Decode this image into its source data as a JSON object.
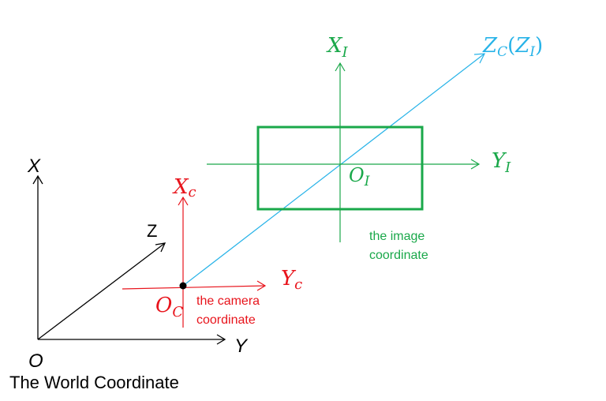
{
  "colors": {
    "world": "#000000",
    "camera": "#e8141c",
    "image": "#1aa84a",
    "optical_axis": "#27b3e8"
  },
  "world": {
    "axis_x": "X",
    "axis_y": "Y",
    "axis_z": "Z",
    "origin": "O",
    "caption": "The World Coordinate"
  },
  "camera": {
    "axis_x": {
      "main": "X",
      "sub": "c"
    },
    "axis_y": {
      "main": "Y",
      "sub": "c"
    },
    "origin": {
      "main": "O",
      "sub": "C"
    },
    "caption_line1": "the camera",
    "caption_line2": "coordinate"
  },
  "image": {
    "axis_x": {
      "main": "X",
      "sub": "I"
    },
    "axis_y": {
      "main": "Y",
      "sub": "I"
    },
    "origin": {
      "main": "O",
      "sub": "I"
    },
    "caption_line1": "the image",
    "caption_line2": "coordinate"
  },
  "optical_axis": {
    "main": "Z",
    "sub": "C",
    "paren_open": "(",
    "inner_main": "Z",
    "inner_sub": "I",
    "paren_close": ")"
  }
}
